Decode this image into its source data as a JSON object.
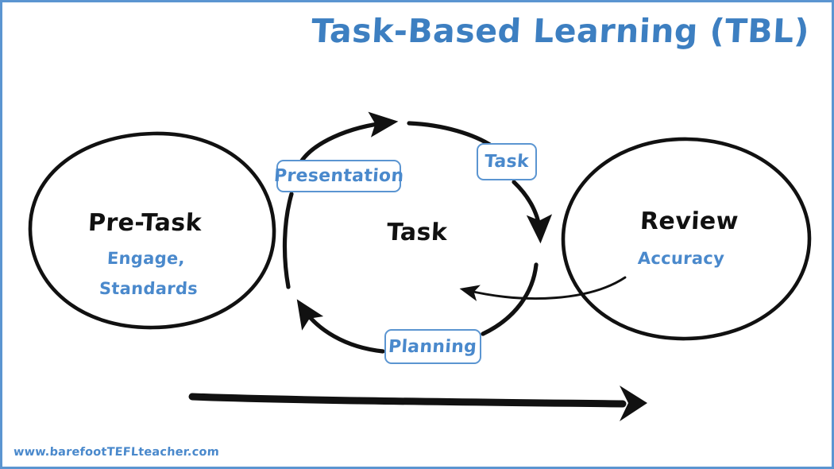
{
  "slide": {
    "title": "Task-Based Learning (TBL)",
    "footer": "www.barefootTEFLteacher.com",
    "border_color": "#5b95d1",
    "background": "#ffffff"
  },
  "colors": {
    "brand_blue": "#4a89cc",
    "title_blue": "#3d7fc1",
    "ink_black": "#111111",
    "chip_border": "#5b95d1"
  },
  "stages": [
    {
      "id": "pre-task",
      "title": "Pre-Task",
      "subtitle_lines": [
        "Engage,",
        "Standards"
      ],
      "shape": "ellipse"
    },
    {
      "id": "task-cycle",
      "title": "Task",
      "subtitle_lines": [],
      "shape": "cycle"
    },
    {
      "id": "review",
      "title": "Review",
      "subtitle_lines": [
        "Accuracy"
      ],
      "shape": "ellipse"
    }
  ],
  "cycle": {
    "center_label": "Task",
    "chips": [
      {
        "id": "task",
        "label": "Task",
        "position": "top-right"
      },
      {
        "id": "planning",
        "label": "Planning",
        "position": "bottom"
      },
      {
        "id": "presentation",
        "label": "Presentation",
        "position": "left"
      }
    ],
    "direction": "clockwise"
  },
  "flow_arrow": {
    "label": "",
    "direction": "left-to-right"
  }
}
